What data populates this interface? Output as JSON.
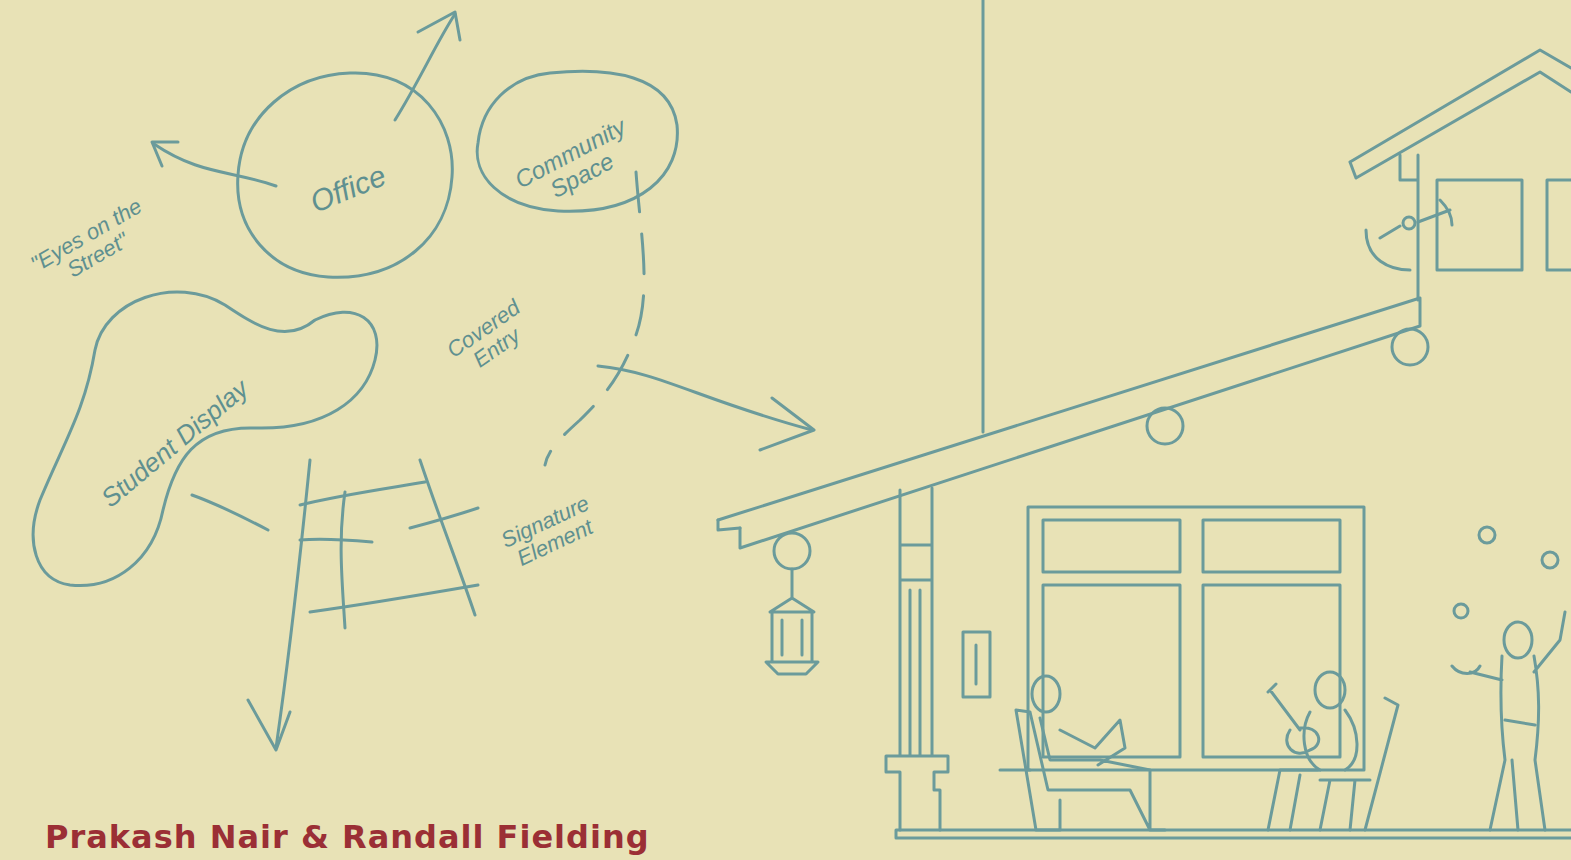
{
  "diagram": {
    "nodes": [
      {
        "text": [
          "Office"
        ]
      },
      {
        "text": [
          "Community Space"
        ]
      },
      {
        "text": [
          "Student Display"
        ]
      }
    ],
    "labels": [
      "\"Eyes on the Street\"",
      "Covered Entry",
      "Signature Element",
      "Prakash Nair & Randall Fielding"
    ]
  }
}
